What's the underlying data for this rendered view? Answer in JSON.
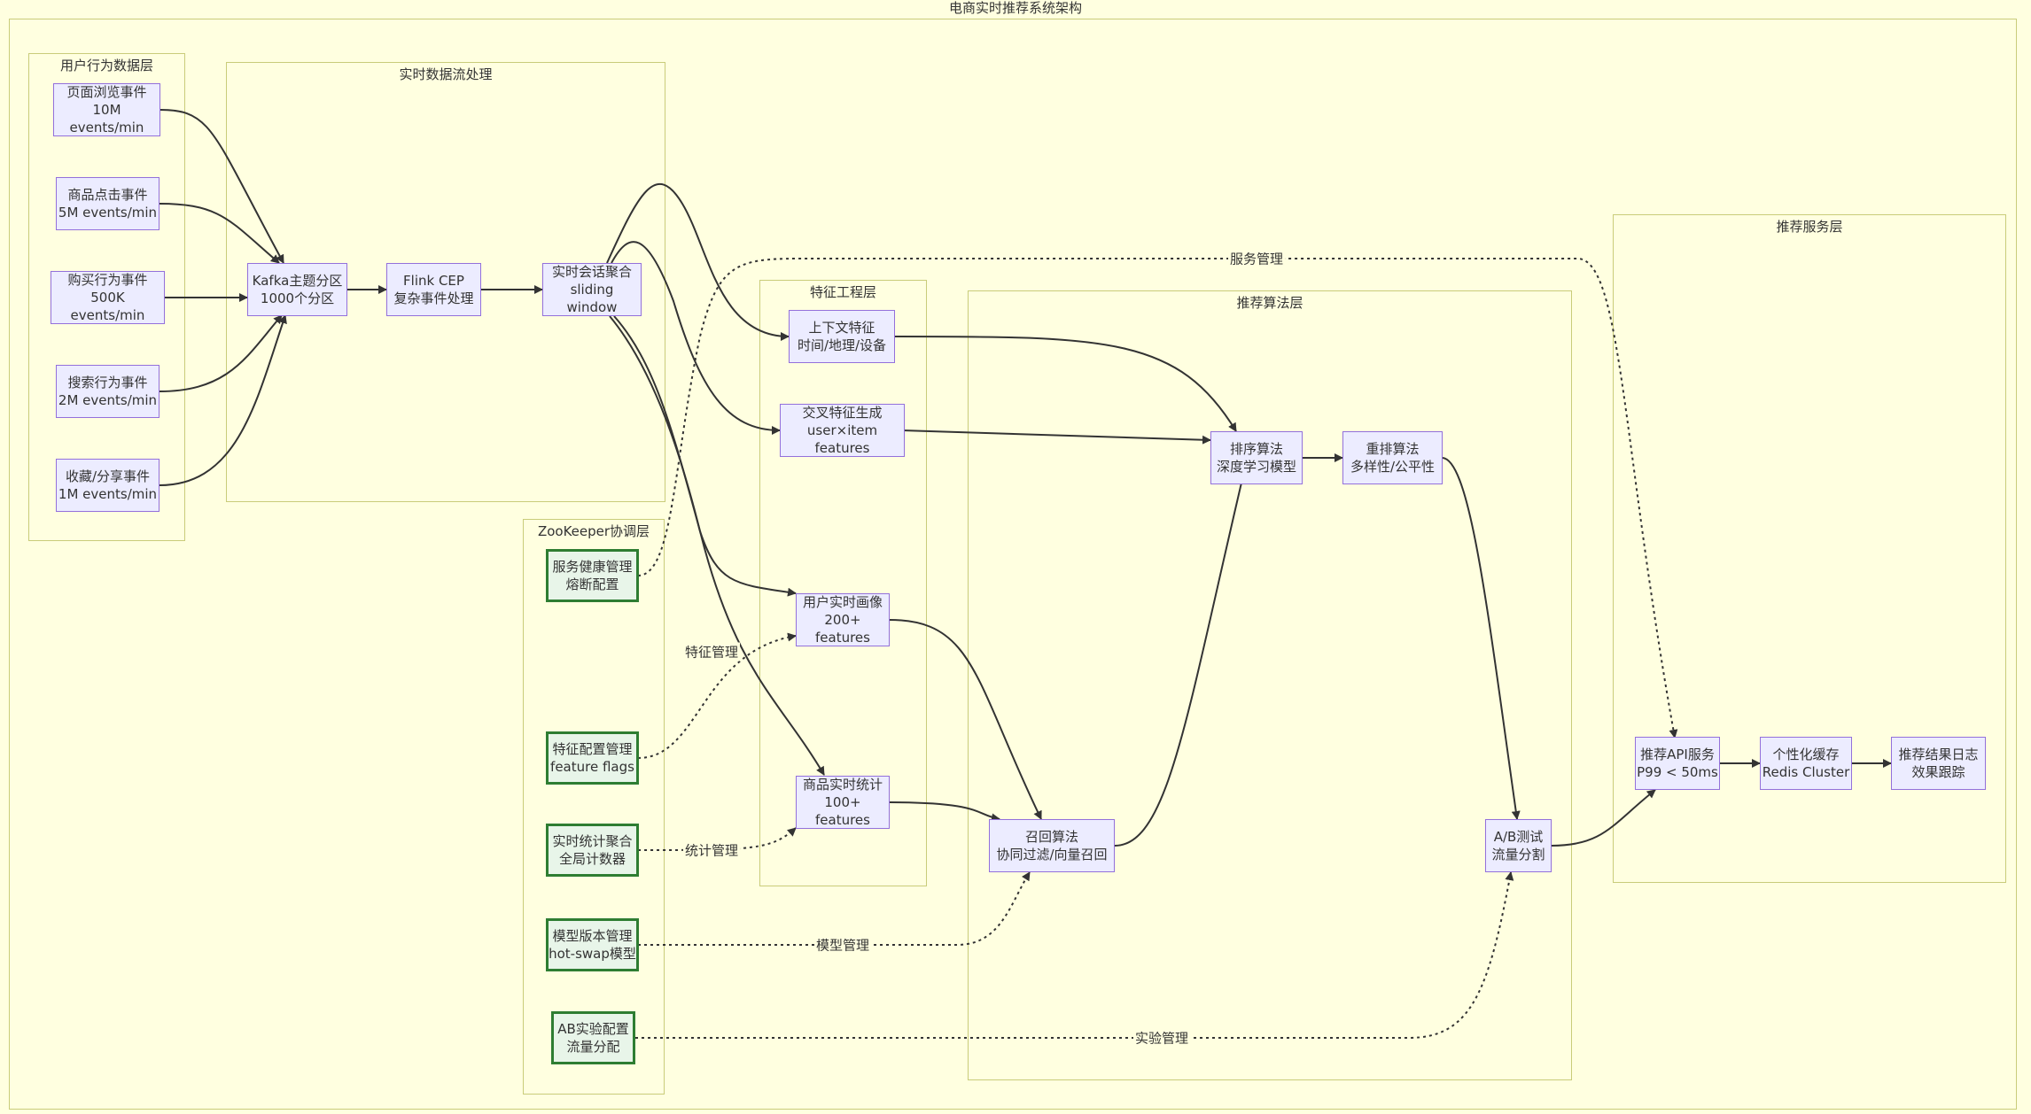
{
  "title": "电商实时推荐系统架构",
  "clusters": {
    "user": "用户行为数据层",
    "stream": "实时数据流处理",
    "feature": "特征工程层",
    "algo": "推荐算法层",
    "service": "推荐服务层",
    "zk": "ZooKeeper协调层"
  },
  "nodes": {
    "n_browse": [
      "页面浏览事件",
      "10M events/min"
    ],
    "n_click": [
      "商品点击事件",
      "5M events/min"
    ],
    "n_buy": [
      "购买行为事件",
      "500K events/min"
    ],
    "n_search": [
      "搜索行为事件",
      "2M events/min"
    ],
    "n_fav": [
      "收藏/分享事件",
      "1M events/min"
    ],
    "n_kafka": [
      "Kafka主题分区",
      "1000个分区"
    ],
    "n_flink": [
      "Flink CEP",
      "复杂事件处理"
    ],
    "n_session": [
      "实时会话聚合",
      "sliding window"
    ],
    "n_ctx": [
      "上下文特征",
      "时间/地理/设备"
    ],
    "n_cross": [
      "交叉特征生成",
      "user×item features"
    ],
    "n_profile": [
      "用户实时画像",
      "200+ features"
    ],
    "n_itemstat": [
      "商品实时统计",
      "100+ features"
    ],
    "n_rank": [
      "排序算法",
      "深度学习模型"
    ],
    "n_rerank": [
      "重排算法",
      "多样性/公平性"
    ],
    "n_recall": [
      "召回算法",
      "协同过滤/向量召回"
    ],
    "n_ab": [
      "A/B测试",
      "流量分割"
    ],
    "n_api": [
      "推荐API服务",
      "P99 < 50ms"
    ],
    "n_cache": [
      "个性化缓存",
      "Redis Cluster"
    ],
    "n_log": [
      "推荐结果日志",
      "效果跟踪"
    ],
    "z_health": [
      "服务健康管理",
      "熔断配置"
    ],
    "z_feat": [
      "特征配置管理",
      "feature flags"
    ],
    "z_stat": [
      "实时统计聚合",
      "全局计数器"
    ],
    "z_model": [
      "模型版本管理",
      "hot-swap模型"
    ],
    "z_ab": [
      "AB实验配置",
      "流量分配"
    ]
  },
  "edge_labels": {
    "service_mgmt": "服务管理",
    "feature_mgmt": "特征管理",
    "stat_mgmt": "统计管理",
    "model_mgmt": "模型管理",
    "exp_mgmt": "实验管理"
  }
}
